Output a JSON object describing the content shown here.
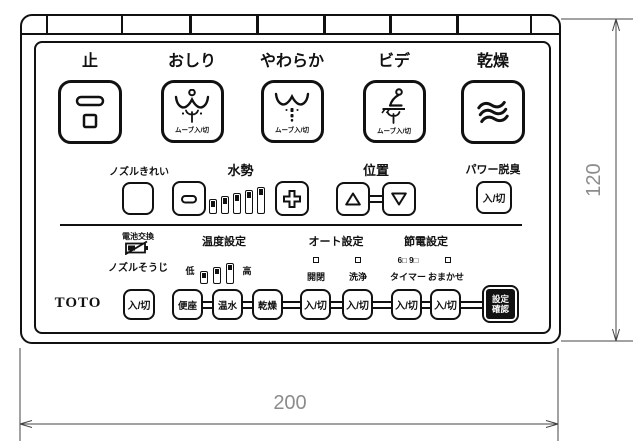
{
  "dimensions": {
    "height": "120",
    "width": "200"
  },
  "remote": {
    "brand": "TOTO",
    "main_buttons": [
      {
        "label": "止",
        "sub": ""
      },
      {
        "label": "おしり",
        "sub": "ムーブ入/切"
      },
      {
        "label": "やわらか",
        "sub": "ムーブ入/切"
      },
      {
        "label": "ビデ",
        "sub": "ムーブ入/切"
      },
      {
        "label": "乾燥",
        "sub": ""
      }
    ],
    "nozzle_clean": {
      "label": "ノズルきれい"
    },
    "water_pressure": {
      "label": "水勢"
    },
    "position": {
      "label": "位置"
    },
    "deodorizer": {
      "label": "パワー脱臭",
      "button": "入/切"
    },
    "battery": {
      "label": "電池交換"
    },
    "nozzle_wash": {
      "label": "ノズルそうじ",
      "button": "入/切"
    },
    "temperature": {
      "label": "温度設定",
      "low": "低",
      "high": "高",
      "buttons": [
        "便座",
        "温水",
        "乾燥"
      ]
    },
    "auto_setting": {
      "label": "オート設定",
      "items": [
        {
          "name": "開閉",
          "button": "入/切"
        },
        {
          "name": "洗浄",
          "button": "入/切"
        }
      ]
    },
    "energy_setting": {
      "label": "節電設定",
      "timer_marks": "6□ 9□",
      "items": [
        {
          "name": "タイマー",
          "button": "入/切"
        },
        {
          "name": "おまかせ",
          "button": "入/切"
        }
      ]
    },
    "confirm_button": {
      "line1": "設定",
      "line2": "確認"
    },
    "icons": [
      "stop-icon",
      "oshiri-spray-icon",
      "soft-spray-icon",
      "bide-icon",
      "dryer-air-icon",
      "minus-icon",
      "plus-icon",
      "triangle-up-icon",
      "triangle-down-icon",
      "battery-icon"
    ]
  }
}
